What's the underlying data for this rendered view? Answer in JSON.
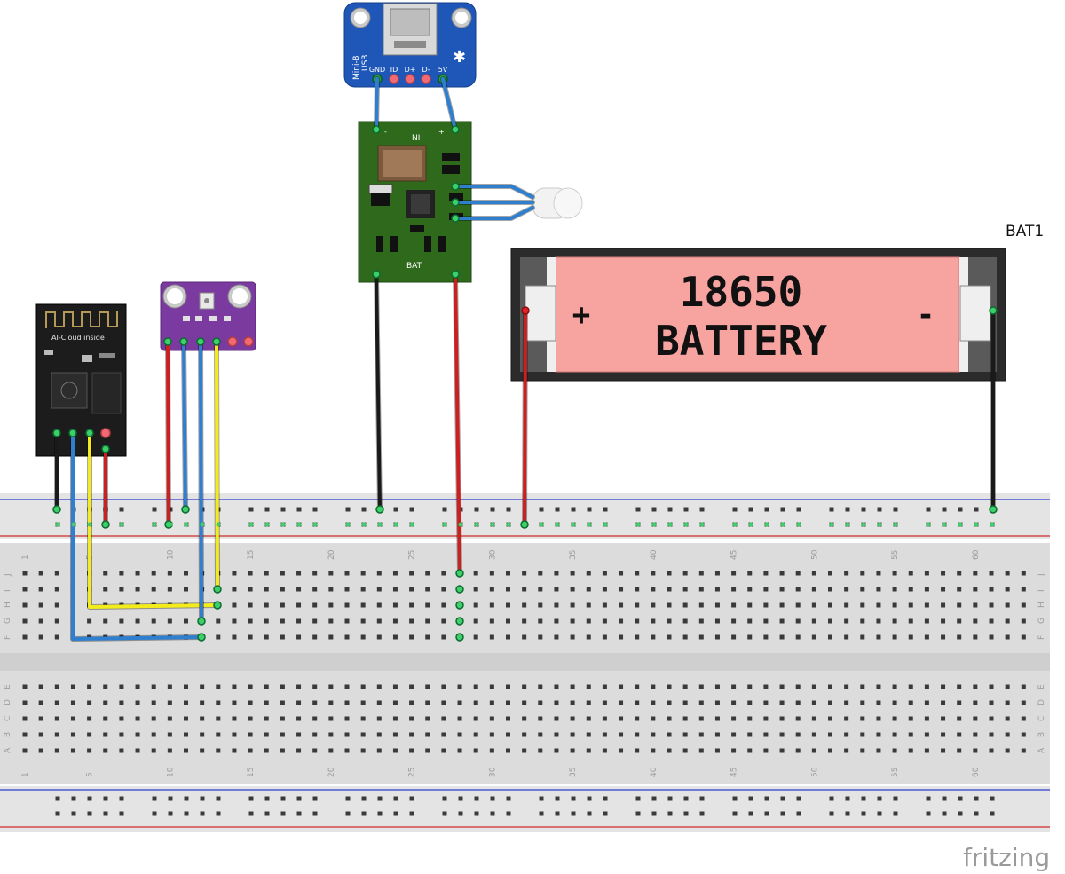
{
  "usb_board": {
    "label_line1": "Mini-B",
    "label_line2": "USB",
    "pins": [
      "GND",
      "ID",
      "D+",
      "D-",
      "5V"
    ]
  },
  "charger_module": {
    "top_label": "NI",
    "bottom_label": "BAT",
    "pin_minus": "-",
    "pin_plus": "+"
  },
  "esp_module": {
    "label": "AI-Cloud inside"
  },
  "battery": {
    "ref": "BAT1",
    "line1": "18650",
    "line2": "BATTERY",
    "plus": "+",
    "minus": "-"
  },
  "breadboard": {
    "column_numbers": [
      "1",
      "5",
      "10",
      "15",
      "20",
      "25",
      "30",
      "35",
      "40",
      "45",
      "50",
      "55",
      "60"
    ],
    "upper_row_letters": [
      "J",
      "I",
      "H",
      "G",
      "F"
    ],
    "lower_row_letters": [
      "E",
      "D",
      "C",
      "B",
      "A"
    ]
  },
  "watermark": "fritzing",
  "colors": {
    "wire_red": "#cc1f1f",
    "wire_black": "#1a1a1a",
    "wire_blue": "#2f7fd0",
    "wire_yellow": "#f4ec1a",
    "pcb_green": "#2f6a1c",
    "usb_blue": "#1f57b8",
    "sensor_purple": "#7a3aa0",
    "battery_pink": "#f7a3a0"
  }
}
